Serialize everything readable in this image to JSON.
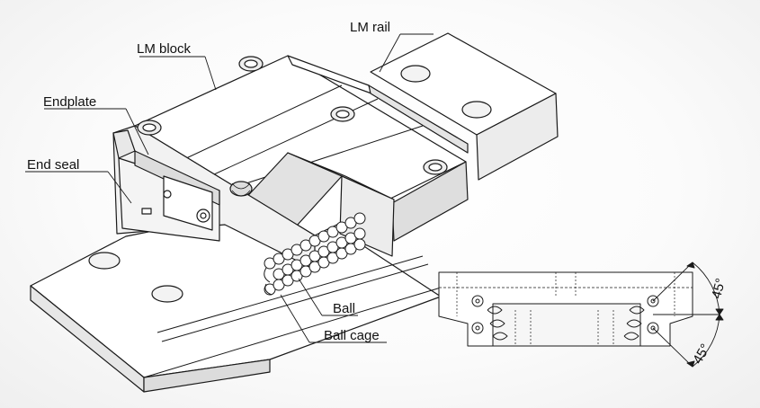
{
  "labels": {
    "lm_rail": "LM rail",
    "lm_block": "LM block",
    "endplate": "Endplate",
    "end_seal": "End seal",
    "ball": "Ball",
    "ball_cage": "Ball cage"
  },
  "angles": {
    "upper": "45°",
    "lower": "45°"
  },
  "colors": {
    "face_light": "#ffffff",
    "face_mid": "#f0f0f0",
    "face_dark": "#dcdcdc",
    "stroke": "#1a1a1a"
  }
}
